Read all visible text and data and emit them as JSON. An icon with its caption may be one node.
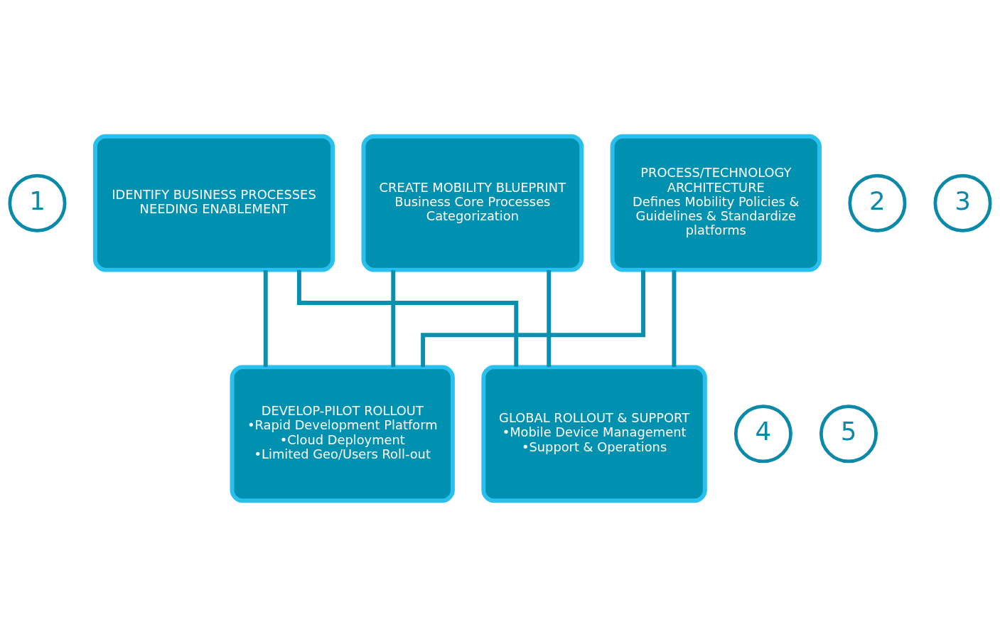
{
  "diagram": {
    "nodes": [
      {
        "text": [
          "1"
        ]
      },
      {
        "text": [
          "IDENTIFY BUSINESS PROCESSES NEEDING ENABLEMENT"
        ]
      },
      {
        "text": [
          "2"
        ]
      },
      {
        "text": [
          "CREATE MOBILITY BLUEPRINT",
          "Business Core Processes Categorization"
        ]
      },
      {
        "text": [
          "3"
        ]
      },
      {
        "text": [
          "PROCESS/TECHNOLOGY ARCHITECTURE",
          "Defines Mobility Policies & Guidelines & Standardize platforms"
        ]
      },
      {
        "text": [
          "4"
        ]
      },
      {
        "text": [
          "DEVELOP-PILOT ROLLOUT",
          "•Rapid Development Platform",
          "•Cloud Deployment",
          "•Limited Geo/Users Roll-out"
        ]
      },
      {
        "text": [
          "GLOBAL ROLLOUT & SUPPORT",
          "•Mobile Device Management",
          "•Support & Operations"
        ]
      },
      {
        "text": [
          "5"
        ]
      }
    ],
    "edges": [
      {
        "from": 1,
        "to": 7,
        "arrow": "none"
      },
      {
        "from": 1,
        "to": 8,
        "arrow": "none"
      },
      {
        "from": 3,
        "to": 7,
        "arrow": "none"
      },
      {
        "from": 3,
        "to": 8,
        "arrow": "none"
      },
      {
        "from": 5,
        "to": 7,
        "arrow": "none"
      },
      {
        "from": 5,
        "to": 8,
        "arrow": "none"
      }
    ]
  }
}
